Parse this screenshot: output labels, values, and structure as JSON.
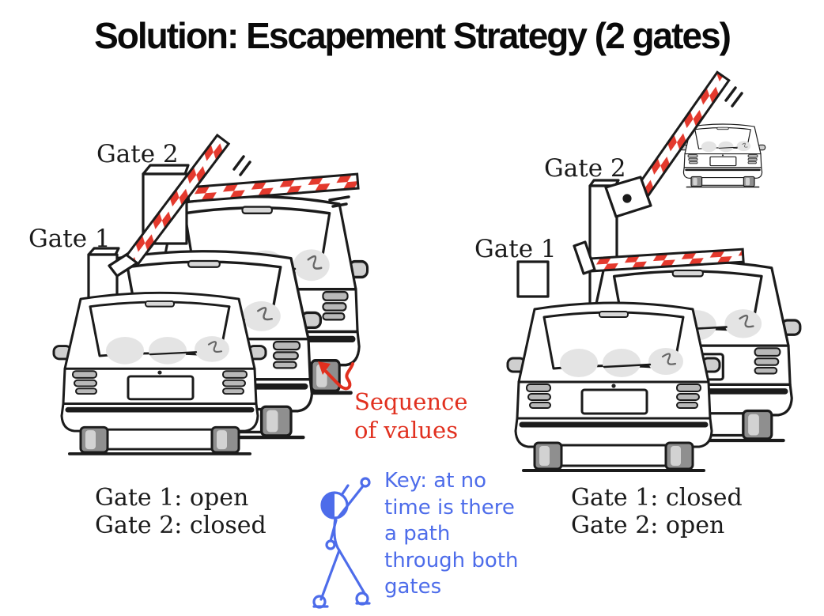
{
  "title": "Solution: Escapement Strategy (2 gates)",
  "colors": {
    "barrier_red": "#e4392d",
    "annotation_red": "#e1301f",
    "annotation_blue": "#4d6cea",
    "ink": "#1b1b1b"
  },
  "left_scene": {
    "gate1_label": "Gate 1",
    "gate2_label": "Gate 2",
    "status": [
      "Gate 1: open",
      "Gate 2: closed"
    ]
  },
  "right_scene": {
    "gate1_label": "Gate 1",
    "gate2_label": "Gate 2",
    "status": [
      "Gate 1: closed",
      "Gate 2: open"
    ]
  },
  "annotations": {
    "sequence_label": [
      "Sequence",
      "of values"
    ],
    "key_note": [
      "Key: at no",
      "time is there",
      "a path",
      "through both",
      "gates"
    ]
  }
}
